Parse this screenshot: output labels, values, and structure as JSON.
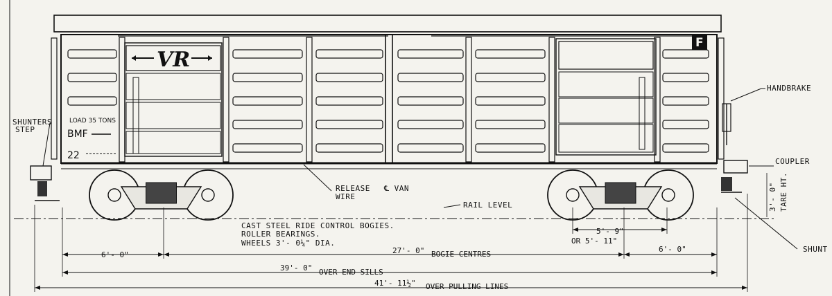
{
  "diagram": {
    "logo_text": "VR",
    "class_letter": "F",
    "car_markings": {
      "load": "LOAD 35 TONS",
      "code": "BMF",
      "number": "22"
    },
    "callouts": {
      "shunters_step_left": "SHUNTERS",
      "shunters_step_left_2": "STEP",
      "handbrake": "HANDBRAKE",
      "coupler": "COUPLER",
      "tare_ht_value": "3'- 0\"",
      "tare_ht_label": "TARE HT.",
      "release_wire_1": "RELEASE",
      "release_wire_2": "WIRE",
      "centre_van": "℄ VAN",
      "rail_level": "RAIL LEVEL",
      "shunters_step_right": "SHUNT"
    },
    "notes": [
      "CAST STEEL RIDE CONTROL BOGIES.",
      "ROLLER BEARINGS.",
      "WHEELS 3'- 0¼\" DIA."
    ],
    "dimensions": {
      "end_overhang_left": "6'- 0\"",
      "end_overhang_right": "6'- 0\"",
      "bogie_centres_value": "27'- 0\"",
      "bogie_centres_label": "BOGIE CENTRES",
      "wheelbase_value": "5'- 9\"",
      "wheelbase_alt": "OR 5'- 11\"",
      "over_end_sills_value": "39'- 0\"",
      "over_end_sills_label": "OVER END SILLS",
      "over_pulling_lines_value": "41'- 11½\"",
      "over_pulling_lines_label": "OVER PULLING LINES"
    },
    "colors": {
      "paper": "#f4f3ee",
      "ink": "#111111"
    }
  }
}
